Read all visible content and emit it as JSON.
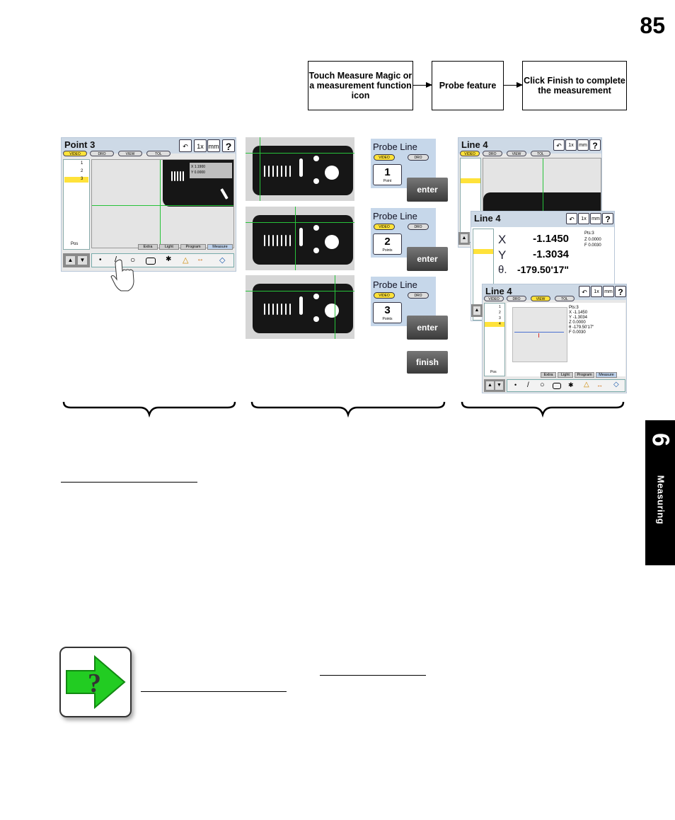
{
  "page_number": "85",
  "flow": {
    "step1": "Touch Measure Magic or a measurement function icon",
    "step2": "Probe feature",
    "step3": "Click Finish to complete the measurement"
  },
  "app": {
    "point_title": "Point 3",
    "toolbar": {
      "undo": "↶",
      "zoom": "1x",
      "units": "mm",
      "help": "?"
    },
    "mode_tabs": [
      "VIDEO",
      "DRO",
      "VIEW",
      "TOL"
    ],
    "feature_list": [
      "1",
      "2",
      "3",
      "4"
    ],
    "pos_label": "Pos",
    "bottom_tabs": [
      "Extra",
      "Light",
      "Program",
      "Measure"
    ],
    "dro_mini": {
      "x": "X",
      "x_val": "1.1900",
      "y": "Y",
      "y_val": "0.0000"
    }
  },
  "probe": {
    "title": "Probe Line",
    "video": "VIDEO",
    "dro": "DRO",
    "steps": [
      {
        "count": "1",
        "unit": "Point"
      },
      {
        "count": "2",
        "unit": "Points"
      },
      {
        "count": "3",
        "unit": "Points"
      }
    ],
    "enter": "enter",
    "finish": "finish"
  },
  "result": {
    "line_title": "Line 4",
    "dro": {
      "x_label": "X",
      "x_value": "-1.1450",
      "y_label": "Y",
      "y_value": "-1.3034",
      "t_label": "θ.",
      "t_value": "-179.50'17\"",
      "pts": "Pts:3",
      "z": "Z",
      "z_val": "0.0000",
      "f": "F",
      "f_val": "0.0030"
    },
    "view": {
      "pts": "Pts:3",
      "rows": [
        {
          "k": "X",
          "v": "-1.1450"
        },
        {
          "k": "Y",
          "v": "-1.3034"
        },
        {
          "k": "Z",
          "v": "0.0000"
        },
        {
          "k": "θ",
          "v": "-179.50'17\""
        },
        {
          "k": "F",
          "v": "0.0030"
        }
      ]
    }
  },
  "side_tab": {
    "number": "6",
    "label": "Measuring"
  },
  "help_icon": {
    "glyph": "?",
    "color": "#22cc22"
  },
  "colors": {
    "accent_yellow": "#ffe23a",
    "crosshair": "#27c23a",
    "panel_blue": "#c6d7ea"
  }
}
